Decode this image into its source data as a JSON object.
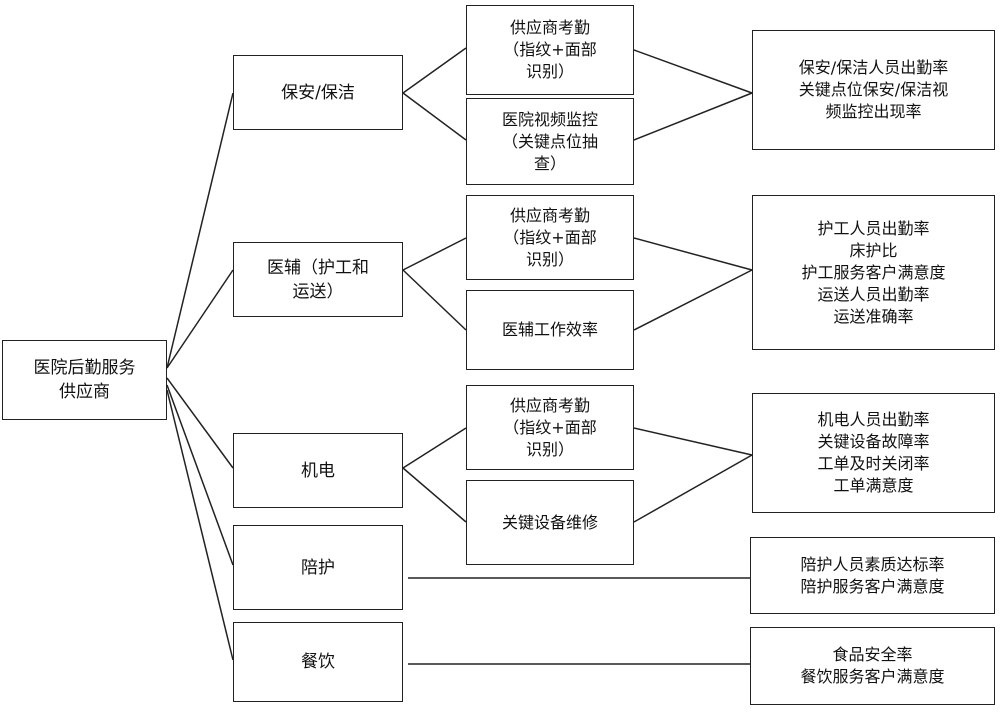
{
  "root": {
    "label": "医院后勤服务\n供应商"
  },
  "categories": {
    "security": {
      "label": "保安/保洁"
    },
    "medical": {
      "label": "医辅（护工和\n运送）"
    },
    "mech": {
      "label": "机电"
    },
    "escort": {
      "label": "陪护"
    },
    "catering": {
      "label": "餐饮"
    }
  },
  "methods": {
    "security_attendance": {
      "label": "供应商考勤\n（指纹+面部\n识别）"
    },
    "security_video": {
      "label": "医院视频监控\n（关键点位抽\n查）"
    },
    "medical_attendance": {
      "label": "供应商考勤\n（指纹+面部\n识别）"
    },
    "medical_efficiency": {
      "label": "医辅工作效率"
    },
    "mech_attendance": {
      "label": "供应商考勤\n（指纹+面部\n识别）"
    },
    "mech_repair": {
      "label": "关键设备维修"
    }
  },
  "metrics": {
    "security": {
      "label": "保安/保洁人员出勤率\n关键点位保安/保洁视\n频监控出现率"
    },
    "medical": {
      "label": "护工人员出勤率\n床护比\n护工服务客户满意度\n运送人员出勤率\n运送准确率"
    },
    "mech": {
      "label": "机电人员出勤率\n关键设备故障率\n工单及时关闭率\n工单满意度"
    },
    "escort": {
      "label": "陪护人员素质达标率\n陪护服务客户满意度"
    },
    "catering": {
      "label": "食品安全率\n餐饮服务客户满意度"
    }
  }
}
